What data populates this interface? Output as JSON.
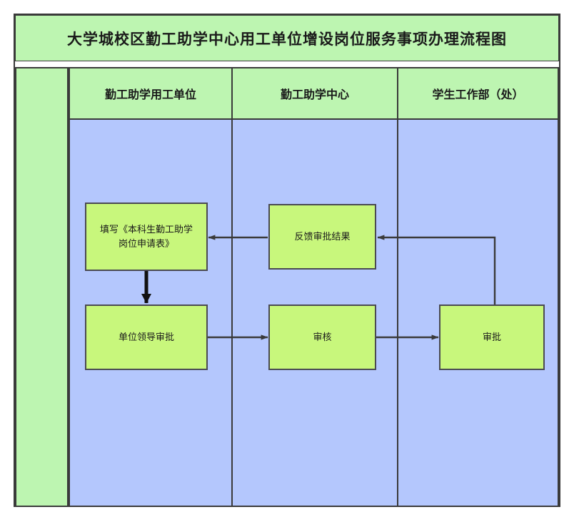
{
  "diagram": {
    "title": "大学城校区勤工助学中心用工单位增设岗位服务事项办理流程图",
    "type": "swimlane-flowchart",
    "colors": {
      "header_green": "#bdf5b1",
      "lane_blue": "#b4c7fd",
      "node_green": "#c8f77c",
      "border_dark": "#3a3a3a",
      "node_border": "#4a4a52",
      "arrow": "#3a3a3a",
      "page_background": "#ffffff"
    },
    "lanes": [
      {
        "id": "spacer",
        "label": ""
      },
      {
        "id": "unit",
        "label": "勤工助学用工单位"
      },
      {
        "id": "center",
        "label": "勤工助学中心"
      },
      {
        "id": "dept",
        "label": "学生工作部（处）"
      }
    ],
    "nodes": [
      {
        "id": "fill",
        "lane": "unit",
        "label": "填写《本科生勤工助学\n岗位申请表》"
      },
      {
        "id": "unit-app",
        "lane": "unit",
        "label": "单位领导审批"
      },
      {
        "id": "feedback",
        "lane": "center",
        "label": "反馈审批结果"
      },
      {
        "id": "review",
        "lane": "center",
        "label": "审核"
      },
      {
        "id": "approve",
        "lane": "dept",
        "label": "审批"
      }
    ],
    "edges": [
      {
        "id": "edge-fill-to-unit-app",
        "from": "fill",
        "to": "unit-app",
        "direction": "down",
        "style": "thick-straight"
      },
      {
        "id": "edge-unit-app-to-review",
        "from": "unit-app",
        "to": "review",
        "direction": "right",
        "style": "straight"
      },
      {
        "id": "edge-review-to-approve",
        "from": "review",
        "to": "approve",
        "direction": "right",
        "style": "straight"
      },
      {
        "id": "edge-approve-to-feedback",
        "from": "approve",
        "to": "feedback",
        "direction": "left",
        "style": "elbow-up-left"
      },
      {
        "id": "edge-feedback-to-fill",
        "from": "feedback",
        "to": "fill",
        "direction": "left",
        "style": "straight"
      }
    ]
  }
}
